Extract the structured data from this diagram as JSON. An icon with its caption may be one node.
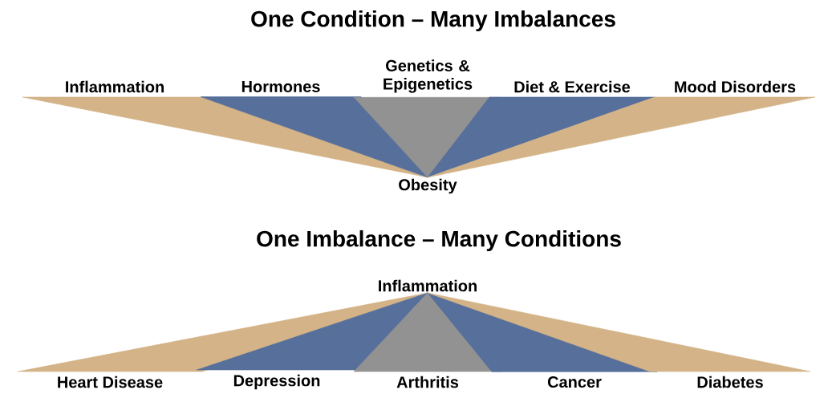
{
  "diagram": {
    "nodes": [
      {
        "text": [
          "Inflammation"
        ]
      },
      {
        "text": [
          "Hormones"
        ]
      },
      {
        "text": [
          "Genetics & Epigenetics"
        ]
      },
      {
        "text": [
          "Diet & Exercise"
        ]
      },
      {
        "text": [
          "Mood Disorders"
        ]
      },
      {
        "text": [
          "Obesity"
        ]
      },
      {
        "text": [
          "Inflammation"
        ]
      },
      {
        "text": [
          "Heart Disease"
        ]
      },
      {
        "text": [
          "Depression"
        ]
      },
      {
        "text": [
          "Arthritis"
        ]
      },
      {
        "text": [
          "Cancer"
        ]
      },
      {
        "text": [
          "Diabetes"
        ]
      }
    ],
    "edges": [
      {
        "from": 0,
        "to": 5,
        "arrow": "none",
        "color": "#c49a5f"
      },
      {
        "from": 1,
        "to": 5,
        "arrow": "none",
        "color": "#1f3f7a"
      },
      {
        "from": 2,
        "to": 5,
        "arrow": "none",
        "color": "#6e6e6e"
      },
      {
        "from": 3,
        "to": 5,
        "arrow": "none",
        "color": "#1f3f7a"
      },
      {
        "from": 4,
        "to": 5,
        "arrow": "none",
        "color": "#c49a5f"
      },
      {
        "from": 6,
        "to": 7,
        "arrow": "none",
        "color": "#c49a5f"
      },
      {
        "from": 6,
        "to": 8,
        "arrow": "none",
        "color": "#1f3f7a"
      },
      {
        "from": 6,
        "to": 9,
        "arrow": "none",
        "color": "#6e6e6e"
      },
      {
        "from": 6,
        "to": 10,
        "arrow": "none",
        "color": "#1f3f7a"
      },
      {
        "from": 6,
        "to": 11,
        "arrow": "none",
        "color": "#c49a5f"
      }
    ],
    "labels": [
      "One Condition – Many Imbalances",
      "One Imbalance – Many Conditions"
    ]
  }
}
